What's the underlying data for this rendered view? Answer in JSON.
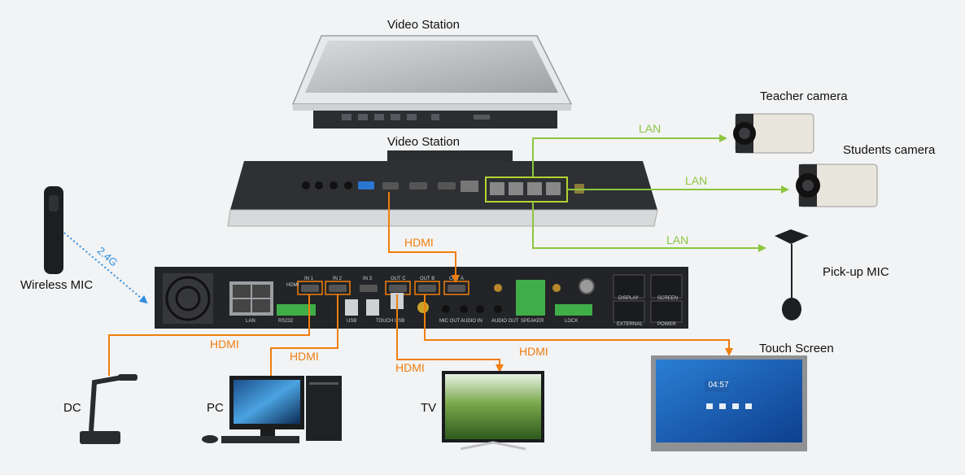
{
  "devices": {
    "video_station_top": "Video Station",
    "video_station_back": "Video Station",
    "teacher_camera": "Teacher camera",
    "students_camera": "Students camera",
    "pickup_mic": "Pick-up MIC",
    "wireless_mic": "Wireless MIC",
    "touch_screen": "Touch Screen",
    "dc": "DC",
    "pc": "PC",
    "tv": "TV"
  },
  "connections": {
    "lan_teacher": "LAN",
    "lan_students": "LAN",
    "lan_mic": "LAN",
    "hdmi_station": "HDMI",
    "hdmi_dc": "HDMI",
    "hdmi_pc": "HDMI",
    "hdmi_tv": "HDMI",
    "hdmi_touch": "HDMI",
    "wireless_band": "2.4G"
  },
  "control_box_ports": {
    "hdmi": "HDMI",
    "in1": "IN 1",
    "in2": "IN 2",
    "in3": "IN 3",
    "outc": "OUT C",
    "outb": "OUT B",
    "outa": "OUT A",
    "lan": "LAN",
    "rs232": "RS232",
    "usb": "USB",
    "touch_usb": "TOUCH USB",
    "mic_out": "MIC OUT",
    "audio_in": "AUDIO IN",
    "audio_out": "AUDIO OUT",
    "speaker": "SPEAKER",
    "lock": "LOCK",
    "display": "DISPLAY",
    "screen": "SCREEN",
    "external": "EXTERNAL",
    "power": "POWER"
  },
  "touch_screen_clock": "04:57",
  "colors": {
    "hdmi": "#f07e0e",
    "lan": "#8cc63f",
    "wireless": "#2e8fe0"
  }
}
